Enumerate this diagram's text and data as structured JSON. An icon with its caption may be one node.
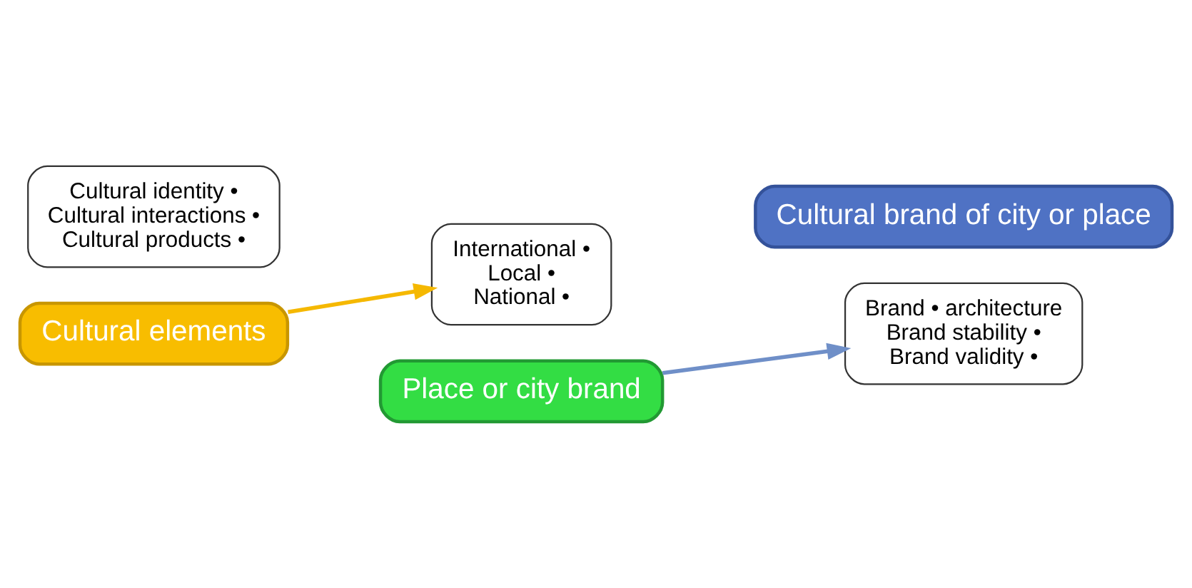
{
  "diagram": {
    "nodes": [
      {
        "text": [
          "Cultural identity •",
          "Cultural interactions •",
          "Cultural products •"
        ]
      },
      {
        "text": [
          "Cultural elements"
        ]
      },
      {
        "text": [
          "International •",
          "Local •",
          "National •"
        ]
      },
      {
        "text": [
          "Place or city brand"
        ]
      },
      {
        "text": [
          "Brand • architecture",
          "Brand stability •",
          "Brand validity •"
        ]
      },
      {
        "text": [
          "Cultural brand of city or place"
        ]
      }
    ],
    "edges": [
      {
        "from": 1,
        "to": 2,
        "arrow": "to",
        "color": "#f5b800"
      },
      {
        "from": 3,
        "to": 4,
        "arrow": "to",
        "color": "#6f8fc8"
      }
    ]
  }
}
